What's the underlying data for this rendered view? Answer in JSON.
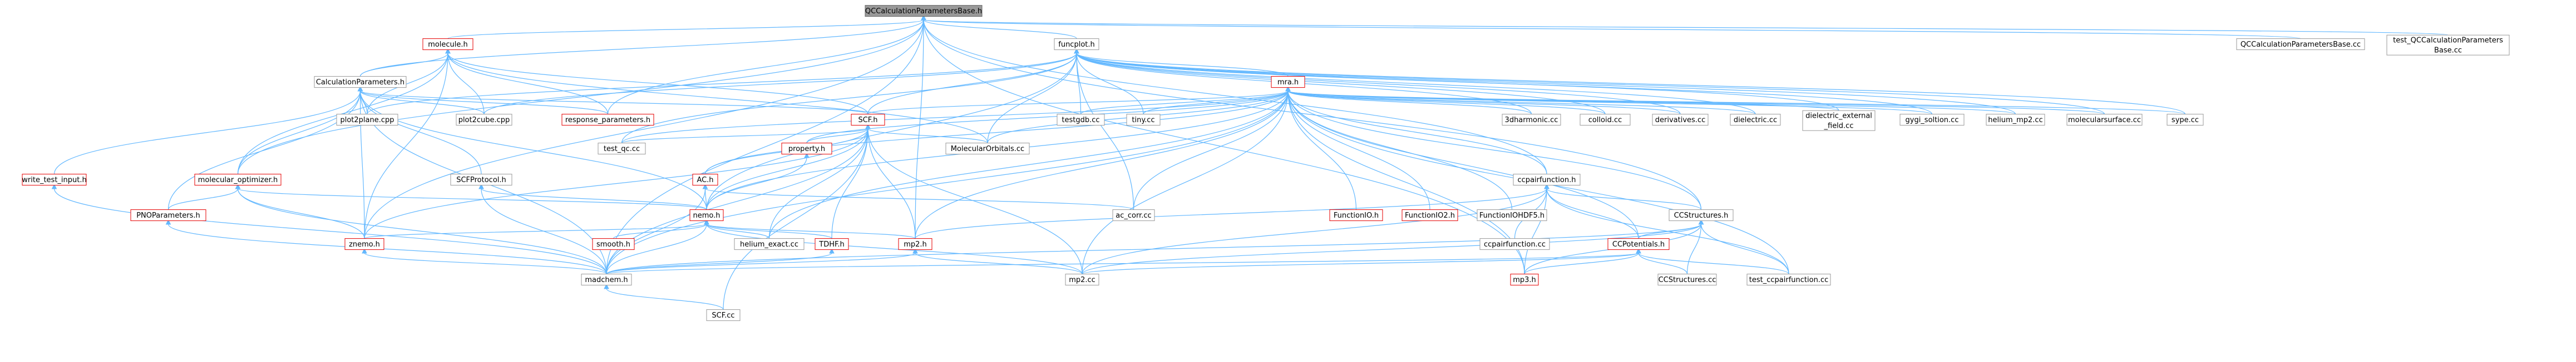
{
  "colors": {
    "edge": "#63b8ff",
    "node_border": "#999999",
    "node_border_link_error": "#e50000",
    "root_fill": "#999999",
    "background": "#ffffff"
  },
  "nodes": {
    "root": "QCCalculationParametersBase.h",
    "funcplot": "funcplot.h",
    "molecule": "molecule.h",
    "mra": "mra.h",
    "calcparams": "CalculationParameters.h",
    "scf_h": "SCF.h",
    "ccpair": "ccpairfunction.h",
    "ccstructures": "CCStructures.h",
    "ccpotentials": "CCPotentials.h",
    "ac_h": "AC.h",
    "nemo": "nemo.h",
    "znemo": "znemo.h",
    "madchem": "madchem.h",
    "scfcc": "SCF.cc",
    "mp2h": "mp2.h",
    "mp2cc": "mp2.cc",
    "mp3": "mp3.h",
    "molopt": "molecular_optimizer.h",
    "pno": "PNOParameters.h",
    "write_test": "write_test_input.h",
    "response": "response_parameters.h",
    "plot2plane": "plot2plane.cpp",
    "plot2cube": "plot2cube.cpp",
    "scfprotocol": "SCFProtocol.h",
    "test_qc": "test_qc.cc",
    "property": "property.h",
    "molorb": "MolecularOrbitals.cc",
    "testgdb": "testgdb.cc",
    "tiny": "tiny.cc",
    "threedh": "3dharmonic.cc",
    "colloid": "colloid.cc",
    "derivatives": "derivatives.cc",
    "dielectric": "dielectric.cc",
    "dielectric_ext": [
      "dielectric_external",
      "_field.cc"
    ],
    "gygi": "gygi_soltion.cc",
    "helium_mp2": "helium_mp2.cc",
    "molsurf": "molecularsurface.cc",
    "sype": "sype.cc",
    "qccalc_cc": "QCCalculationParametersBase.cc",
    "test_qccalc": [
      "test_QCCalculationParameters",
      "Base.cc"
    ],
    "smooth": "smooth.h",
    "tdhf": "TDHF.h",
    "helium_exact": "helium_exact.cc",
    "ac_corr": "ac_corr.cc",
    "fio": "FunctionIO.h",
    "fio2": "FunctionIO2.h",
    "fiohdf5": "FunctionIOHDF5.h",
    "ccpaircc": "ccpairfunction.cc",
    "ccstructcc": "CCStructures.cc",
    "test_ccpair": "test_ccpairfunction.cc"
  }
}
